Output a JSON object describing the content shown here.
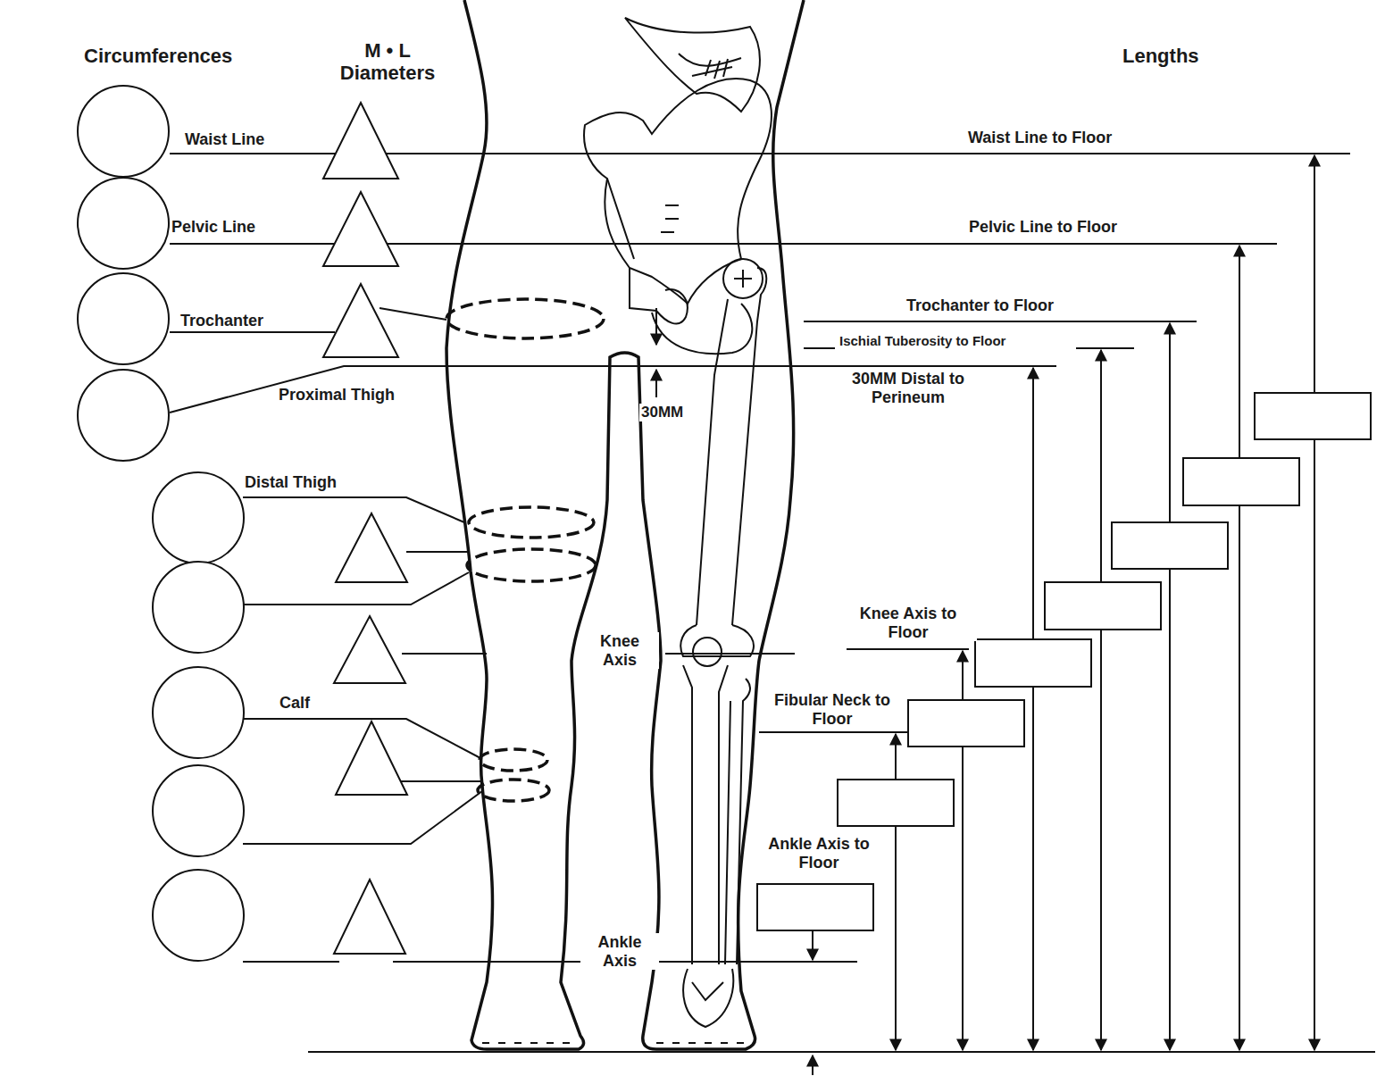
{
  "diagram": {
    "labels": [
      "Circumferences",
      "M • L Diameters",
      "Lengths",
      "Waist Line",
      "Pelvic Line",
      "Trochanter",
      "Proximal Thigh",
      "Distal Thigh",
      "Knee Axis",
      "Calf",
      "Ankle Axis",
      "30MM",
      "Waist Line to Floor",
      "Pelvic Line to Floor",
      "Trochanter to Floor",
      "Ischial Tuberosity to Floor",
      "30MM Distal to Perineum",
      "Knee Axis to Floor",
      "Fibular Neck to Floor",
      "Ankle Axis to Floor"
    ]
  }
}
